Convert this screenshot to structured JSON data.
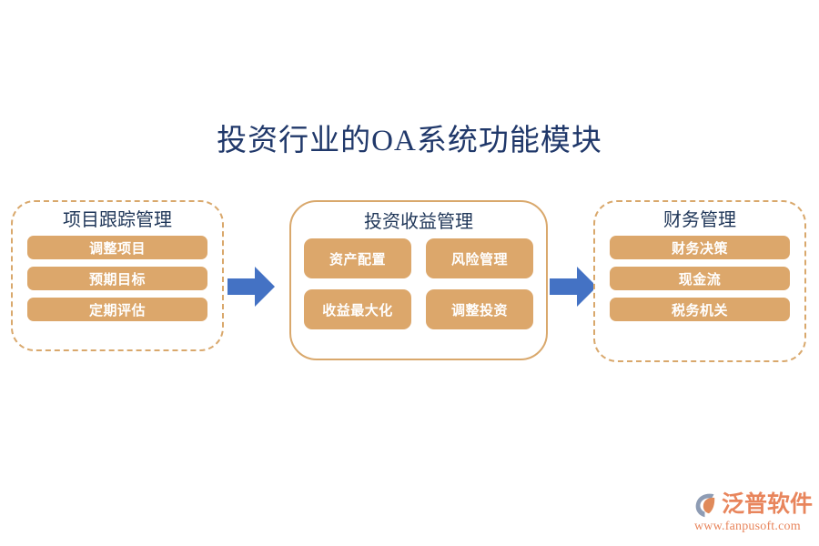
{
  "title": "投资行业的OA系统功能模块",
  "colors": {
    "title_navy": "#20386a",
    "group_title_navy": "#1f3658",
    "pill_tan": "#dca76b",
    "border_tan": "#d9a86c",
    "arrow_blue": "#4472c4",
    "logo_orange": "#e8855c",
    "logo_mark_gray": "#8e9cb4",
    "logo_mark_orange": "#e08a5a",
    "background": "#ffffff"
  },
  "groups": [
    {
      "id": "group-1",
      "title": "项目跟踪管理",
      "border_style": "dashed",
      "layout": "stack",
      "items": [
        "调整项目",
        "预期目标",
        "定期评估"
      ]
    },
    {
      "id": "group-2",
      "title": "投资收益管理",
      "border_style": "solid",
      "layout": "grid",
      "items": [
        "资产配置",
        "风险管理",
        "收益最大化",
        "调整投资"
      ]
    },
    {
      "id": "group-3",
      "title": "财务管理",
      "border_style": "dashed",
      "layout": "stack",
      "items": [
        "财务决策",
        "现金流",
        "税务机关"
      ]
    }
  ],
  "arrows": [
    {
      "id": "arrow-1",
      "direction": "right",
      "icon": "arrow-right-icon"
    },
    {
      "id": "arrow-2",
      "direction": "right",
      "icon": "arrow-right-icon"
    }
  ],
  "logo": {
    "icon": "fanpu-logo-icon",
    "brand": "泛普软件",
    "url": "www.fanpusoft.com"
  }
}
